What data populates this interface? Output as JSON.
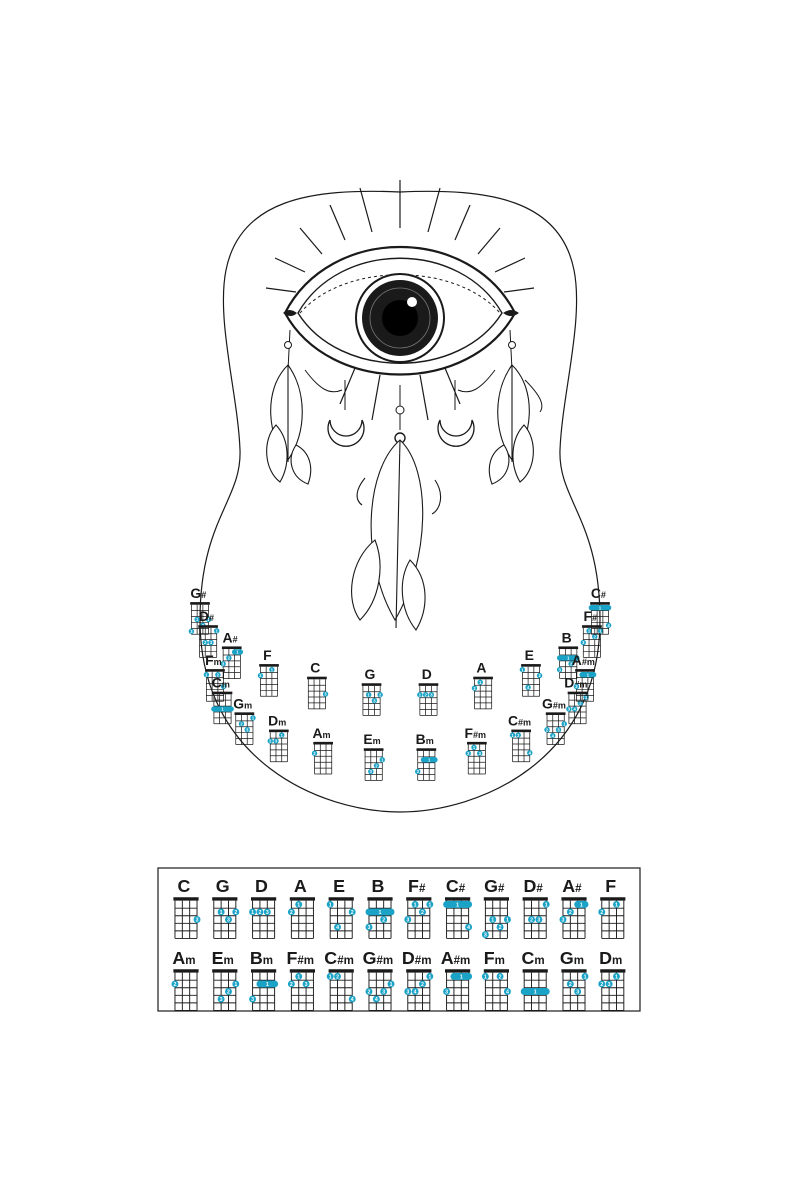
{
  "colors": {
    "ink": "#1a1a1a",
    "dot": "#1aa3c6",
    "dot_text": "#ffffff",
    "background": "#ffffff"
  },
  "icons": {
    "illustration": "dreamcatcher-eye-icon"
  },
  "chords": {
    "C": {
      "base": "C",
      "suffix": "",
      "dots": [
        {
          "s": 3,
          "f": 3,
          "n": "3"
        }
      ]
    },
    "G": {
      "base": "G",
      "suffix": "",
      "dots": [
        {
          "s": 1,
          "f": 2,
          "n": "1"
        },
        {
          "s": 3,
          "f": 2,
          "n": "2"
        },
        {
          "s": 2,
          "f": 3,
          "n": "3"
        }
      ]
    },
    "D": {
      "base": "D",
      "suffix": "",
      "dots": [
        {
          "s": 0,
          "f": 2,
          "n": "1"
        },
        {
          "s": 1,
          "f": 2,
          "n": "2"
        },
        {
          "s": 2,
          "f": 2,
          "n": "3"
        }
      ]
    },
    "A": {
      "base": "A",
      "suffix": "",
      "dots": [
        {
          "s": 1,
          "f": 1,
          "n": "1"
        },
        {
          "s": 0,
          "f": 2,
          "n": "2"
        }
      ]
    },
    "E": {
      "base": "E",
      "suffix": "",
      "dots": [
        {
          "s": 0,
          "f": 1,
          "n": "1"
        },
        {
          "s": 3,
          "f": 2,
          "n": "2"
        },
        {
          "s": 1,
          "f": 4,
          "n": "4"
        }
      ]
    },
    "B": {
      "base": "B",
      "suffix": "",
      "barre": {
        "fret": 2,
        "from": 0,
        "to": 3,
        "n": "1"
      },
      "dots": [
        {
          "s": 2,
          "f": 3,
          "n": "2"
        },
        {
          "s": 0,
          "f": 4,
          "n": "3"
        }
      ]
    },
    "F#": {
      "base": "F",
      "suffix": "#",
      "dots": [
        {
          "s": 1,
          "f": 1,
          "n": "1"
        },
        {
          "s": 3,
          "f": 1,
          "n": "1"
        },
        {
          "s": 2,
          "f": 2,
          "n": "2"
        },
        {
          "s": 0,
          "f": 3,
          "n": "3"
        }
      ]
    },
    "C#": {
      "base": "C",
      "suffix": "#",
      "barre": {
        "fret": 1,
        "from": 0,
        "to": 3,
        "n": "1"
      },
      "dots": [
        {
          "s": 3,
          "f": 4,
          "n": "4"
        }
      ]
    },
    "G#": {
      "base": "G",
      "suffix": "#",
      "dots": [
        {
          "s": 1,
          "f": 3,
          "n": "1"
        },
        {
          "s": 3,
          "f": 3,
          "n": "1"
        },
        {
          "s": 2,
          "f": 4,
          "n": "2"
        },
        {
          "s": 0,
          "f": 5,
          "n": "3"
        }
      ]
    },
    "D#": {
      "base": "D",
      "suffix": "#",
      "dots": [
        {
          "s": 3,
          "f": 1,
          "n": "1"
        },
        {
          "s": 1,
          "f": 3,
          "n": "2"
        },
        {
          "s": 2,
          "f": 3,
          "n": "3"
        }
      ]
    },
    "A#": {
      "base": "A",
      "suffix": "#",
      "barre": {
        "fret": 1,
        "from": 2,
        "to": 3,
        "n": "1"
      },
      "dots": [
        {
          "s": 1,
          "f": 2,
          "n": "2"
        },
        {
          "s": 0,
          "f": 3,
          "n": "3"
        }
      ]
    },
    "F": {
      "base": "F",
      "suffix": "",
      "dots": [
        {
          "s": 2,
          "f": 1,
          "n": "1"
        },
        {
          "s": 0,
          "f": 2,
          "n": "2"
        }
      ]
    },
    "Am": {
      "base": "A",
      "suffix": "m",
      "dots": [
        {
          "s": 0,
          "f": 2,
          "n": "2"
        }
      ]
    },
    "Em": {
      "base": "E",
      "suffix": "m",
      "dots": [
        {
          "s": 3,
          "f": 2,
          "n": "1"
        },
        {
          "s": 2,
          "f": 3,
          "n": "2"
        },
        {
          "s": 1,
          "f": 4,
          "n": "3"
        }
      ]
    },
    "Bm": {
      "base": "B",
      "suffix": "m",
      "barre": {
        "fret": 2,
        "from": 1,
        "to": 3,
        "n": "1"
      },
      "dots": [
        {
          "s": 0,
          "f": 4,
          "n": "3"
        }
      ]
    },
    "F#m": {
      "base": "F",
      "suffix": "#m",
      "dots": [
        {
          "s": 1,
          "f": 1,
          "n": "1"
        },
        {
          "s": 0,
          "f": 2,
          "n": "2"
        },
        {
          "s": 2,
          "f": 2,
          "n": "3"
        }
      ]
    },
    "C#m": {
      "base": "C",
      "suffix": "#m",
      "dots": [
        {
          "s": 0,
          "f": 1,
          "n": "1"
        },
        {
          "s": 1,
          "f": 1,
          "n": "2"
        },
        {
          "s": 3,
          "f": 4,
          "n": "4"
        }
      ]
    },
    "G#m": {
      "base": "G",
      "suffix": "#m",
      "dots": [
        {
          "s": 3,
          "f": 2,
          "n": "1"
        },
        {
          "s": 0,
          "f": 3,
          "n": "2"
        },
        {
          "s": 2,
          "f": 3,
          "n": "3"
        },
        {
          "s": 1,
          "f": 4,
          "n": "4"
        }
      ]
    },
    "D#m": {
      "base": "D",
      "suffix": "#m",
      "dots": [
        {
          "s": 3,
          "f": 1,
          "n": "1"
        },
        {
          "s": 2,
          "f": 2,
          "n": "2"
        },
        {
          "s": 0,
          "f": 3,
          "n": "3"
        },
        {
          "s": 1,
          "f": 3,
          "n": "4"
        }
      ]
    },
    "A#m": {
      "base": "A",
      "suffix": "#m",
      "barre": {
        "fret": 1,
        "from": 1,
        "to": 3,
        "n": "1"
      },
      "dots": [
        {
          "s": 0,
          "f": 3,
          "n": "3"
        }
      ]
    },
    "Fm": {
      "base": "F",
      "suffix": "m",
      "dots": [
        {
          "s": 0,
          "f": 1,
          "n": "1"
        },
        {
          "s": 2,
          "f": 1,
          "n": "2"
        },
        {
          "s": 3,
          "f": 3,
          "n": "4"
        }
      ]
    },
    "Cm": {
      "base": "C",
      "suffix": "m",
      "barre": {
        "fret": 3,
        "from": 0,
        "to": 3,
        "n": "1"
      },
      "dots": []
    },
    "Gm": {
      "base": "G",
      "suffix": "m",
      "dots": [
        {
          "s": 3,
          "f": 1,
          "n": "1"
        },
        {
          "s": 1,
          "f": 2,
          "n": "2"
        },
        {
          "s": 2,
          "f": 3,
          "n": "3"
        }
      ]
    },
    "Dm": {
      "base": "D",
      "suffix": "m",
      "dots": [
        {
          "s": 2,
          "f": 1,
          "n": "1"
        },
        {
          "s": 0,
          "f": 2,
          "n": "2"
        },
        {
          "s": 1,
          "f": 2,
          "n": "3"
        }
      ]
    }
  },
  "top_chart": {
    "row1": [
      "C",
      "G",
      "D",
      "A",
      "E",
      "B",
      "F#",
      "C#",
      "G#",
      "D#",
      "A#",
      "F"
    ],
    "row2": [
      "Am",
      "Em",
      "Bm",
      "F#m",
      "C#m",
      "G#m",
      "D#m",
      "A#m",
      "Fm",
      "Cm",
      "Gm",
      "Dm"
    ]
  },
  "body_chart": {
    "outer": [
      "G#",
      "D#",
      "A#",
      "F",
      "C",
      "G",
      "D",
      "A",
      "E",
      "B",
      "F#",
      "C#"
    ],
    "inner": [
      "Fm",
      "Cm",
      "Gm",
      "Dm",
      "Am",
      "Em",
      "Bm",
      "F#m",
      "C#m",
      "G#m",
      "D#m",
      "A#m"
    ]
  }
}
